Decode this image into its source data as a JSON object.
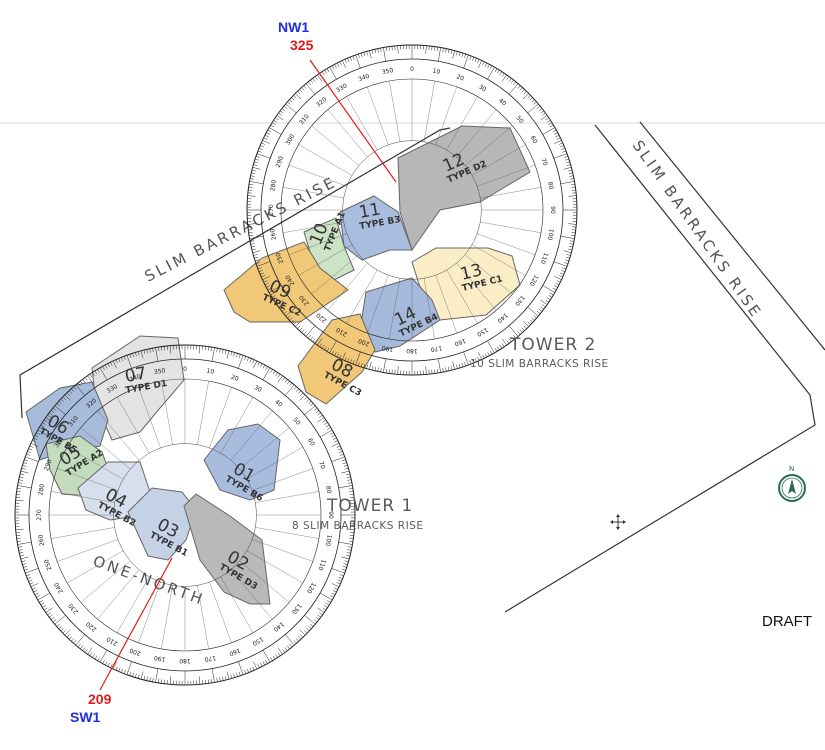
{
  "roads": {
    "north": "SLIM BARRACKS RISE",
    "east": "SLIM BARRACKS RISE",
    "south": "ONE-NORTH"
  },
  "towers": [
    {
      "name": "TOWER 1",
      "address": "8 SLIM BARRACKS RISE"
    },
    {
      "name": "TOWER 2",
      "address": "10 SLIM BARRACKS RISE"
    }
  ],
  "units": [
    {
      "number": "01",
      "type": "TYPE B6",
      "color": "#a8bddd"
    },
    {
      "number": "02",
      "type": "TYPE D3",
      "color": "#b9b9b9"
    },
    {
      "number": "03",
      "type": "TYPE B1",
      "color": "#c5d2e6"
    },
    {
      "number": "04",
      "type": "TYPE B2",
      "color": "#d7dfec"
    },
    {
      "number": "05",
      "type": "TYPE A2",
      "color": "#c3dcbd"
    },
    {
      "number": "06",
      "type": "TYPE B5",
      "color": "#a7bbdb"
    },
    {
      "number": "07",
      "type": "TYPE D1",
      "color": "#e3e3e3"
    },
    {
      "number": "08",
      "type": "TYPE C3",
      "color": "#f1c878"
    },
    {
      "number": "09",
      "type": "TYPE C2",
      "color": "#f1c878"
    },
    {
      "number": "10",
      "type": "TYPE A1",
      "color": "#cce3c6"
    },
    {
      "number": "11",
      "type": "TYPE B3",
      "color": "#a9bedf"
    },
    {
      "number": "12",
      "type": "TYPE D2",
      "color": "#b7b7b7"
    },
    {
      "number": "13",
      "type": "TYPE C1",
      "color": "#fbeec7"
    },
    {
      "number": "14",
      "type": "TYPE B4",
      "color": "#a5badb"
    }
  ],
  "markers": [
    {
      "name": "NW1",
      "bearing": "325"
    },
    {
      "name": "SW1",
      "bearing": "209"
    }
  ],
  "draft_label": "DRAFT",
  "compass": {
    "label": "N"
  },
  "colors": {
    "marker_line": "#e31a1a",
    "marker_name": "#1d2fd6",
    "marker_bearing": "#e31a1a"
  }
}
